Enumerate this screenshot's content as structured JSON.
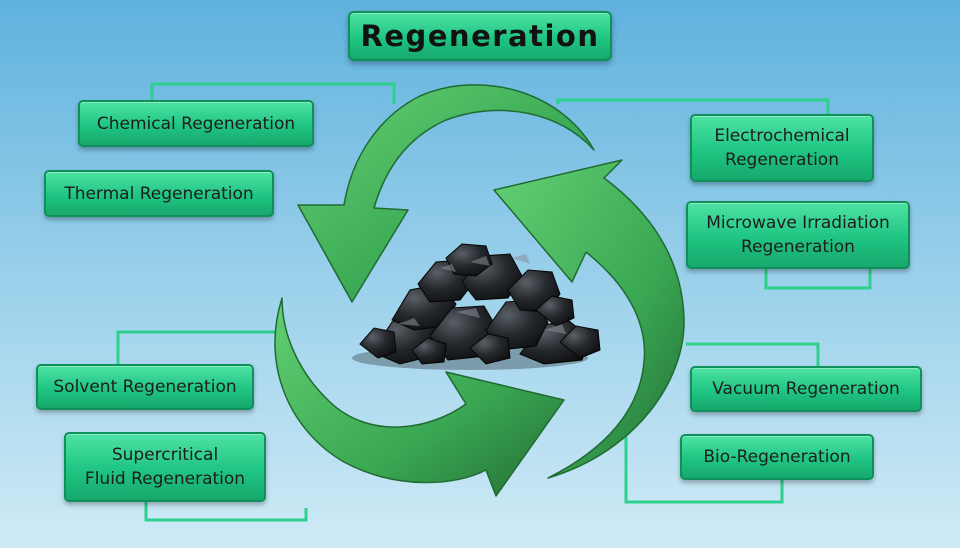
{
  "title": "Regeneration",
  "methods": {
    "chemical": "Chemical Regeneration",
    "thermal": "Thermal Regeneration",
    "electrochemical": "Electrochemical\nRegeneration",
    "microwave": "Microwave Irradiation\nRegeneration",
    "solvent": "Solvent Regeneration",
    "supercritical": "Supercritical\nFluid Regeneration",
    "vacuum": "Vacuum Regeneration",
    "bio": "Bio-Regeneration"
  },
  "colors": {
    "box_fill": "#22c985",
    "connector": "#2ed08e",
    "arrow": "#3fae57",
    "background_top": "#5fb2de",
    "background_bottom": "#cfeaf6"
  },
  "icons": {
    "cycle": "recycle-arrows-icon",
    "center": "coal-pile-icon"
  }
}
